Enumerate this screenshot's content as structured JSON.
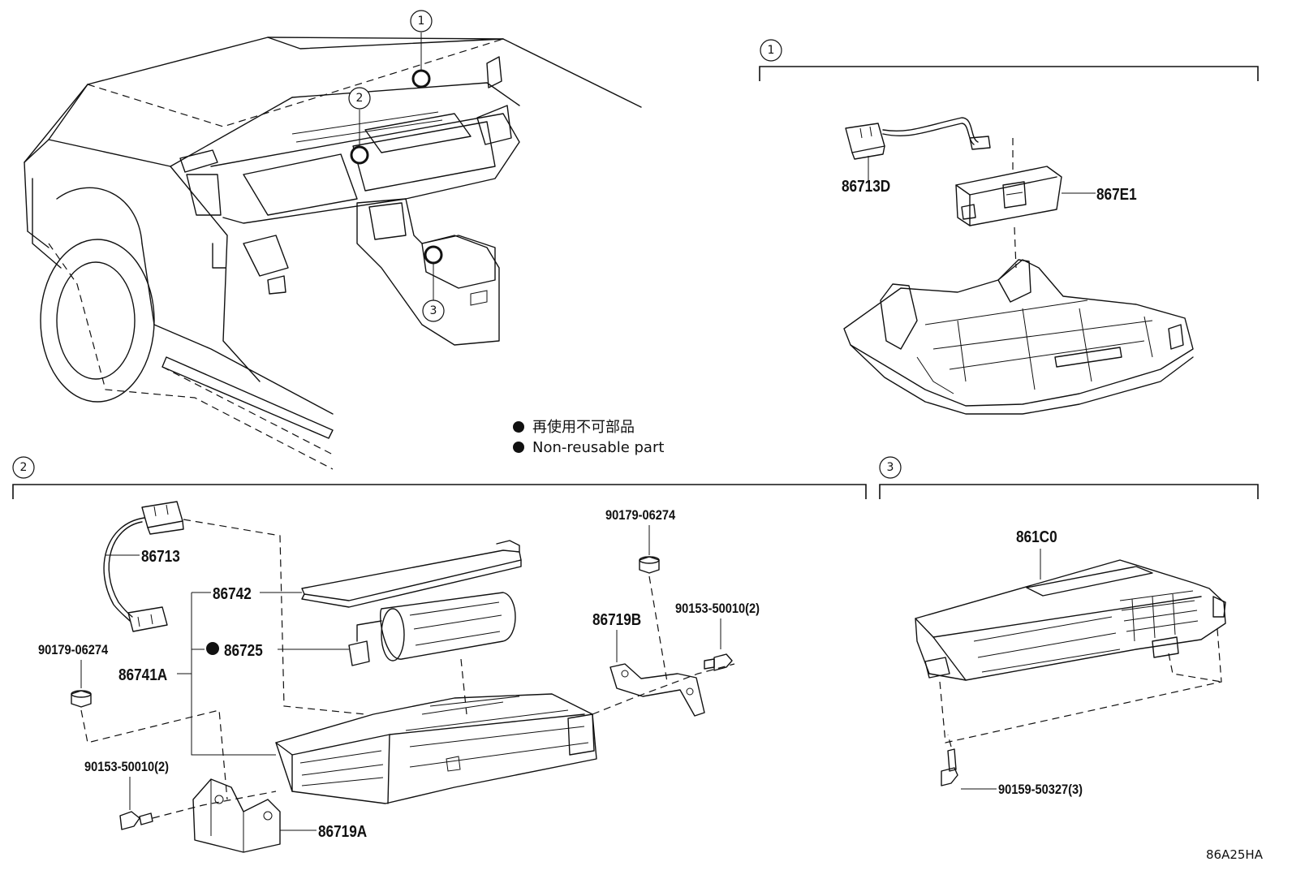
{
  "diagram_id": "86A25HA",
  "legend": [
    {
      "symbol": "●",
      "text": "再使用不可部品"
    },
    {
      "symbol": "●",
      "text": "Non-reusable part"
    }
  ],
  "view_refs": [
    "1",
    "2",
    "3"
  ],
  "sections": {
    "s1": {
      "ref": "1",
      "parts": {
        "p86713D": "86713D",
        "p867E1": "867E1"
      }
    },
    "s2": {
      "ref": "2",
      "parts": {
        "p86713": "86713",
        "p86742": "86742",
        "p86725": "86725",
        "p86741A": "86741A",
        "p90179_right": "90179-06274",
        "p90179_left": "90179-06274",
        "p86719B": "86719B",
        "p90153_right": "90153-50010(2)",
        "p90153_left": "90153-50010(2)",
        "p86719A": "86719A"
      }
    },
    "s3": {
      "ref": "3",
      "parts": {
        "p861C0": "861C0",
        "p90159": "90159-50327(3)"
      }
    }
  }
}
